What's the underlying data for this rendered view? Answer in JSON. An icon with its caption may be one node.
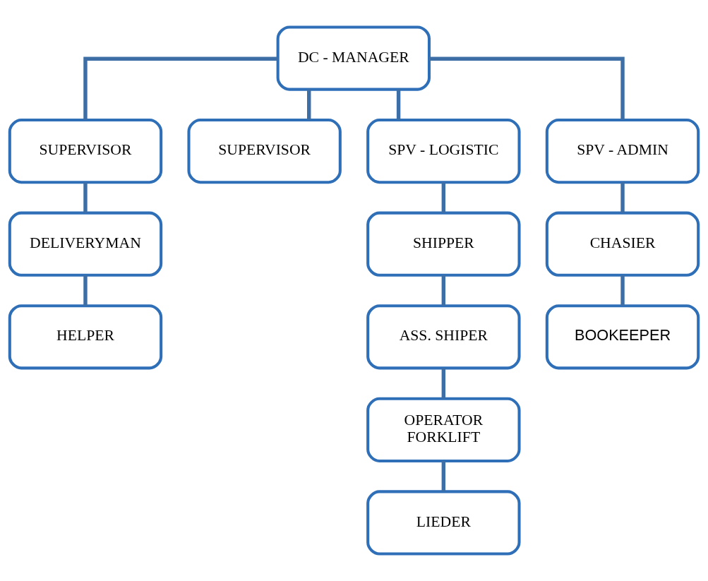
{
  "diagram": {
    "nodes": [
      {
        "text": [
          "DC - MANAGER"
        ]
      },
      {
        "text": [
          "SUPERVISOR"
        ]
      },
      {
        "text": [
          "SUPERVISOR"
        ]
      },
      {
        "text": [
          "SPV - LOGISTIC"
        ]
      },
      {
        "text": [
          "SPV - ADMIN"
        ]
      },
      {
        "text": [
          "DELIVERYMAN"
        ]
      },
      {
        "text": [
          "HELPER"
        ]
      },
      {
        "text": [
          "SHIPPER"
        ]
      },
      {
        "text": [
          "ASS. SHIPER"
        ]
      },
      {
        "text": [
          "OPERATOR FORKLIFT"
        ]
      },
      {
        "text": [
          "LIEDER"
        ]
      },
      {
        "text": [
          "CHASIER"
        ]
      },
      {
        "text": [
          "BOOKEEPER"
        ]
      }
    ],
    "edges": [
      {
        "from": 0,
        "to": 1,
        "arrow": "none"
      },
      {
        "from": 0,
        "to": 2,
        "arrow": "none"
      },
      {
        "from": 0,
        "to": 3,
        "arrow": "none"
      },
      {
        "from": 0,
        "to": 4,
        "arrow": "none"
      },
      {
        "from": 1,
        "to": 5,
        "arrow": "none"
      },
      {
        "from": 5,
        "to": 6,
        "arrow": "none"
      },
      {
        "from": 3,
        "to": 7,
        "arrow": "none"
      },
      {
        "from": 7,
        "to": 8,
        "arrow": "none"
      },
      {
        "from": 8,
        "to": 9,
        "arrow": "none"
      },
      {
        "from": 9,
        "to": 10,
        "arrow": "none"
      },
      {
        "from": 4,
        "to": 11,
        "arrow": "none"
      },
      {
        "from": 11,
        "to": 12,
        "arrow": "none"
      }
    ]
  }
}
